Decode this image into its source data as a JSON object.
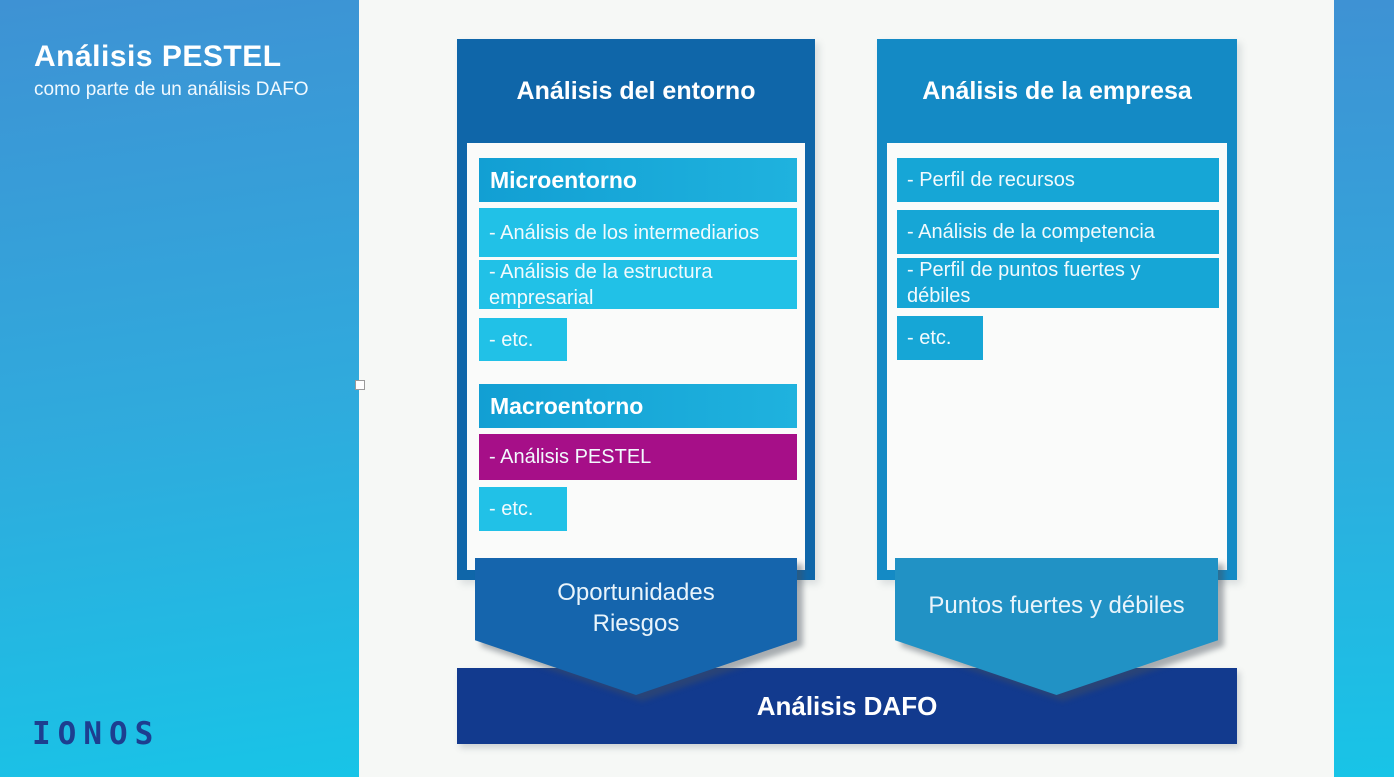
{
  "sidebar": {
    "title": "Análisis PESTEL",
    "subtitle": "como parte de un análisis DAFO",
    "logo": "IONOS"
  },
  "left_column": {
    "header": "Análisis del entorno",
    "boxes": [
      {
        "label": "Microentorno",
        "role": "subheader"
      },
      {
        "label": "- Análisis de los intermediarios",
        "role": "item"
      },
      {
        "label": "- Análisis de la estructura empresarial",
        "role": "item"
      },
      {
        "label": "- etc.",
        "role": "item"
      },
      {
        "label": "Macroentorno",
        "role": "subheader"
      },
      {
        "label": "- Análisis PESTEL",
        "role": "item-highlighted"
      },
      {
        "label": "- etc.",
        "role": "item"
      }
    ],
    "arrow_lines": [
      "Oportunidades",
      "Riesgos"
    ]
  },
  "right_column": {
    "header": "Análisis de la empresa",
    "boxes": [
      {
        "label": "- Perfil de recursos"
      },
      {
        "label": "- Análisis de la competencia"
      },
      {
        "label": "- Perfil de puntos fuertes y débiles"
      },
      {
        "label": "- etc."
      }
    ],
    "arrow_label": "Puntos fuertes y débiles"
  },
  "footer": {
    "label": "Análisis DAFO"
  },
  "colors": {
    "sidebar_gradient_top": "#3e92d4",
    "sidebar_gradient_bottom": "#18c4e7",
    "left_header_blue": "#0f66a9",
    "right_header_blue": "#148ac5",
    "subheader_cyan": "#14a3d6",
    "item_cyan": "#21c1e7",
    "right_item_cyan": "#16a6d6",
    "highlight_magenta": "#a60f88",
    "left_arrow_blue": "#1565ad",
    "right_arrow_blue": "#2192c5",
    "footer_navy": "#123a8e",
    "logo_navy": "#1d3e90"
  }
}
